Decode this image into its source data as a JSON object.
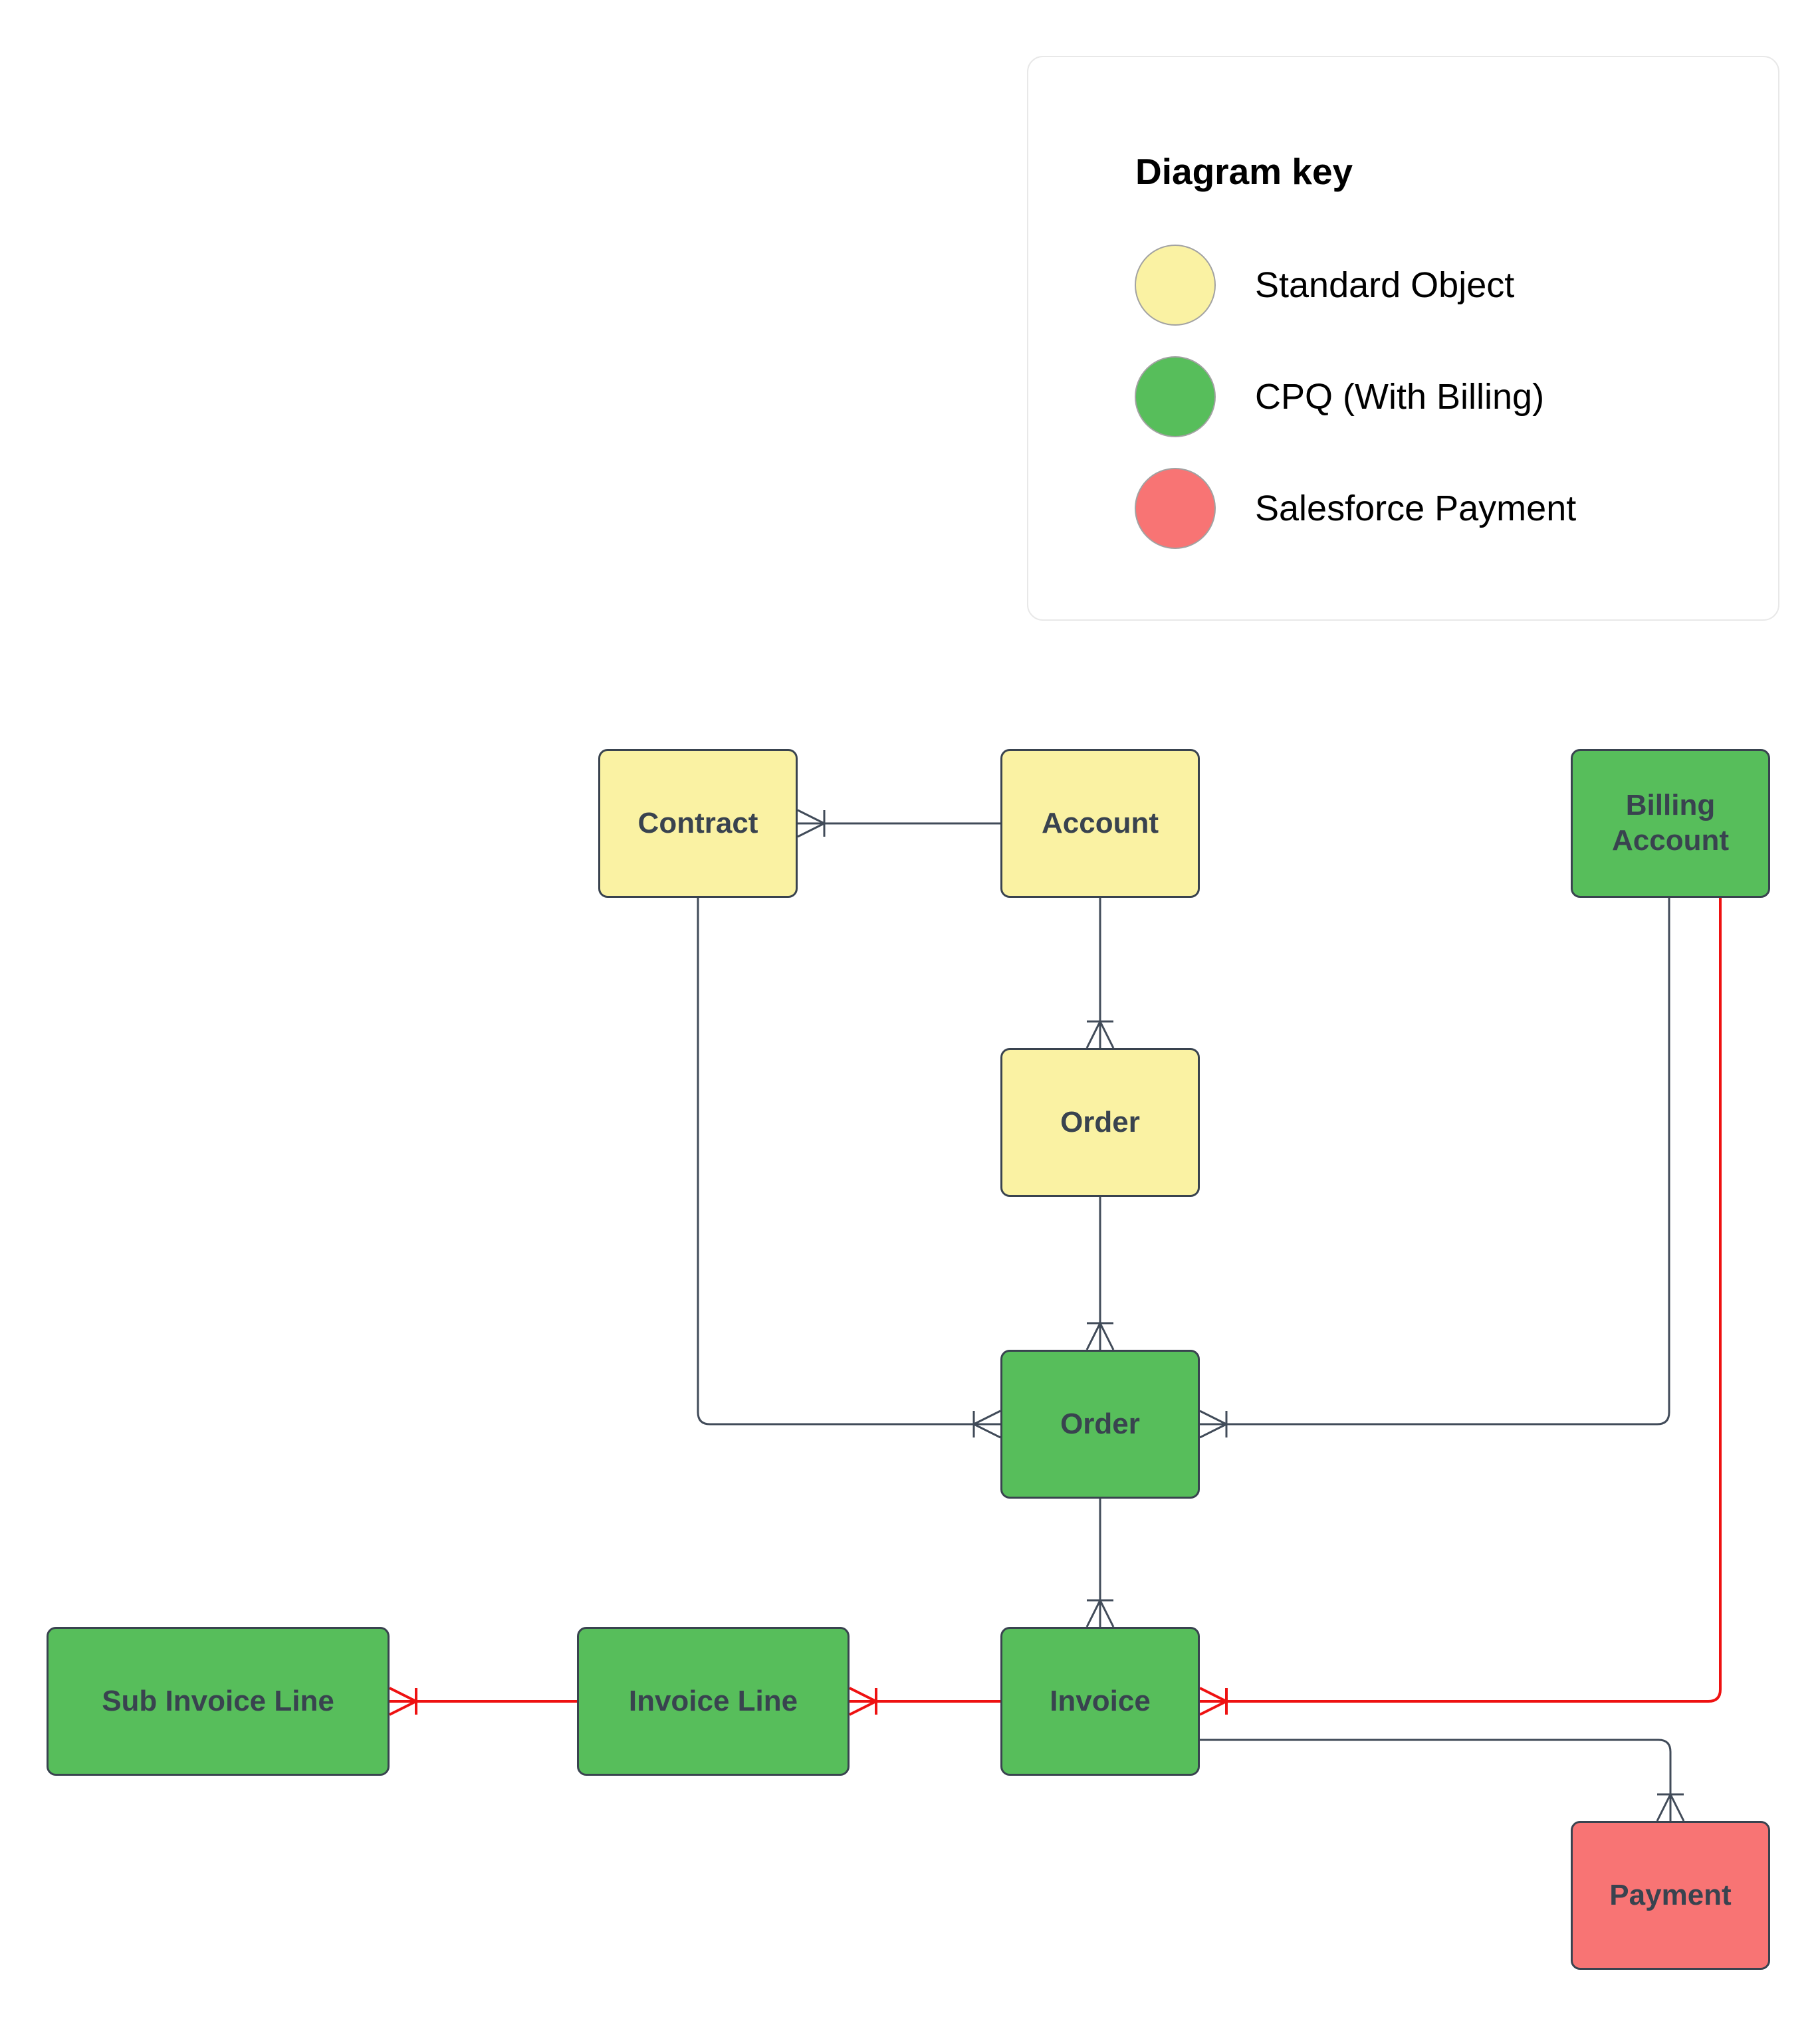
{
  "legend": {
    "title": "Diagram key",
    "items": [
      {
        "id": "standard",
        "label": "Standard Object",
        "color": "#faf2a3"
      },
      {
        "id": "cpq",
        "label": "CPQ (With Billing)",
        "color": "#57be5b"
      },
      {
        "id": "payment",
        "label": "Salesforce Payment",
        "color": "#f87474"
      }
    ]
  },
  "colors": {
    "standard_fill": "#faf2a3",
    "cpq_fill": "#57be5b",
    "payment_fill": "#f87474",
    "node_border": "#39434f",
    "node_text": "#39434f",
    "connector": "#414b59",
    "connector_red": "#ee1111",
    "legend_border": "#e8e8e8",
    "background": "#ffffff"
  },
  "diagram": {
    "nodes": [
      {
        "id": "contract",
        "label": "Contract",
        "type": "standard"
      },
      {
        "id": "account",
        "label": "Account",
        "type": "standard"
      },
      {
        "id": "order_standard",
        "label": "Order",
        "type": "standard"
      },
      {
        "id": "billing_account",
        "label": "Billing Account",
        "type": "cpq"
      },
      {
        "id": "order_cpq",
        "label": "Order",
        "type": "cpq"
      },
      {
        "id": "invoice",
        "label": "Invoice",
        "type": "cpq"
      },
      {
        "id": "invoice_line",
        "label": "Invoice Line",
        "type": "cpq"
      },
      {
        "id": "sub_invoice_line",
        "label": "Sub Invoice Line",
        "type": "cpq"
      },
      {
        "id": "payment",
        "label": "Payment",
        "type": "payment"
      }
    ],
    "edges": [
      {
        "id": "contract_account",
        "from": "contract",
        "to": "account",
        "line": "standard"
      },
      {
        "id": "account_order",
        "from": "account",
        "to": "order_standard",
        "line": "standard"
      },
      {
        "id": "order_order",
        "from": "order_standard",
        "to": "order_cpq",
        "line": "standard"
      },
      {
        "id": "order_invoice",
        "from": "order_cpq",
        "to": "invoice",
        "line": "standard"
      },
      {
        "id": "contract_order_cpq",
        "from": "contract",
        "to": "order_cpq",
        "line": "standard"
      },
      {
        "id": "billing_order_cpq",
        "from": "billing_account",
        "to": "order_cpq",
        "line": "standard"
      },
      {
        "id": "sil_invoice_line",
        "from": "sub_invoice_line",
        "to": "invoice_line",
        "line": "payment"
      },
      {
        "id": "invoice_line_invoice",
        "from": "invoice_line",
        "to": "invoice",
        "line": "payment"
      },
      {
        "id": "invoice_billing",
        "from": "invoice",
        "to": "billing_account",
        "line": "payment"
      },
      {
        "id": "invoice_payment",
        "from": "invoice",
        "to": "payment",
        "line": "standard"
      }
    ]
  }
}
